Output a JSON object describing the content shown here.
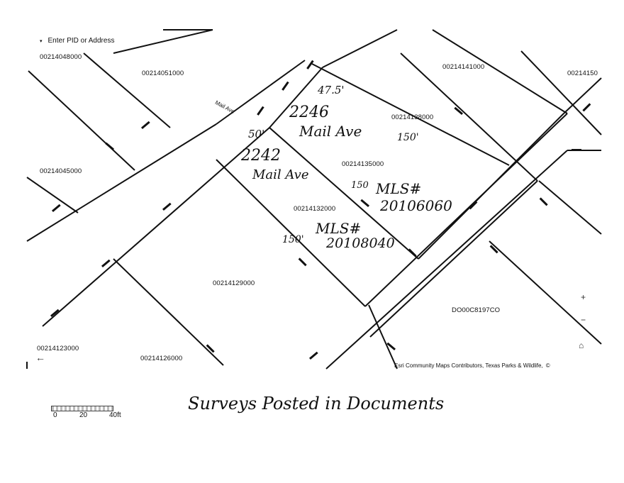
{
  "search": {
    "caret": "▾",
    "placeholder": "Enter PID or Address"
  },
  "road_label": "Mail Ave",
  "parcels": [
    {
      "pid": "00214048000"
    },
    {
      "pid": "00214051000"
    },
    {
      "pid": "00214045000"
    },
    {
      "pid": "00214141000"
    },
    {
      "pid": "00214150"
    },
    {
      "pid": "00214138000"
    },
    {
      "pid": "00214135000"
    },
    {
      "pid": "00214132000"
    },
    {
      "pid": "00214129000"
    },
    {
      "pid": "00214123000"
    },
    {
      "pid": "00214126000"
    },
    {
      "pid": "DO00C8197CO"
    }
  ],
  "annotations": {
    "dim_475": "47.5'",
    "addr_2246_num": "2246",
    "addr_2246_street": "Mail Ave",
    "dim_150_a": "150'",
    "dim_50": "50'",
    "addr_2242_num": "2242",
    "addr_2242_street": "Mail Ave",
    "dim_150_b": "150",
    "mls_a_label": "MLS#",
    "mls_a_value": "20106060",
    "dim_150_c": "150'",
    "mls_b_label": "MLS#",
    "mls_b_value": "20108040"
  },
  "attribution": {
    "text": "Esri Community Maps Contributors, Texas Parks & Wildlife,",
    "mark": "©"
  },
  "controls": {
    "zoom_in": "+",
    "zoom_out": "−",
    "home": "⌂",
    "back": "←"
  },
  "scale": {
    "ticks": [
      "0",
      "20",
      "40ft"
    ]
  },
  "caption": "Surveys Posted in Documents"
}
